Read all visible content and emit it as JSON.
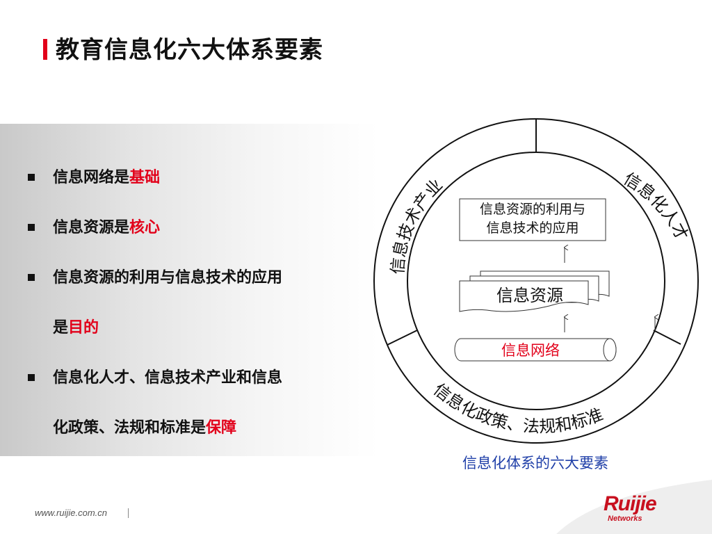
{
  "title": "教育信息化六大体系要素",
  "bullets": [
    {
      "text": "信息网络是",
      "highlight": "基础",
      "cont": ""
    },
    {
      "text": "信息资源是",
      "highlight": "核心",
      "cont": ""
    },
    {
      "text": "信息资源的利用与信息技术的应用",
      "highlight": "",
      "cont": "是",
      "cont_highlight": "目的"
    },
    {
      "text": "信息化人才、信息技术产业和信息",
      "highlight": "",
      "cont": "化政策、法规和标准是",
      "cont_highlight": "保障"
    }
  ],
  "diagram": {
    "top_box": [
      "信息资源的利用与",
      "信息技术的应用"
    ],
    "resource": "信息资源",
    "network": "信息网络",
    "ring_left": "信息技术产业",
    "ring_right": "信息化人才",
    "ring_bottom": "信息化政策、法规和标准"
  },
  "caption": "信息化体系的六大要素",
  "footer": {
    "url": "www.ruijie.com.cn"
  },
  "logo": {
    "name": "Ruijie",
    "sub": "Networks"
  },
  "colors": {
    "accent": "#e2001a",
    "caption": "#1f3fa8",
    "network_text": "#e2001a"
  }
}
